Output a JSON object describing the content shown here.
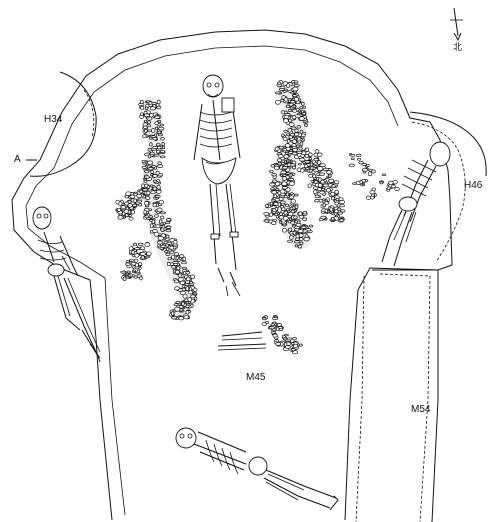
{
  "labels": {
    "h34": "H34",
    "a_marker": "A",
    "h46": "H46",
    "m45": "M45",
    "m54": "M54",
    "north": "北"
  }
}
